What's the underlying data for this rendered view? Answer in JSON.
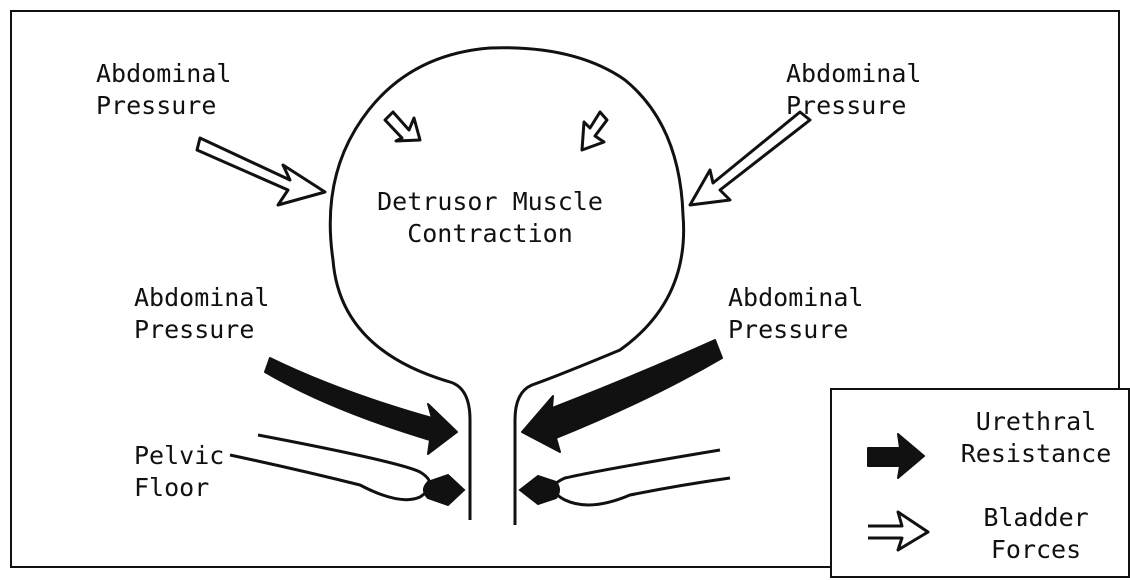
{
  "labels": {
    "abdominal_upper_left": "Abdominal\nPressure",
    "abdominal_upper_right": "Abdominal\nPressure",
    "detrusor": "Detrusor Muscle\nContraction",
    "abdominal_lower_left": "Abdominal\nPressure",
    "abdominal_lower_right": "Abdominal\nPressure",
    "pelvic_floor": "Pelvic\nFloor"
  },
  "legend": {
    "filled_arrow_label": "Urethral\nResistance",
    "outline_arrow_label": "Bladder\nForces"
  },
  "colors": {
    "ink": "#111111",
    "paper": "#ffffff"
  }
}
